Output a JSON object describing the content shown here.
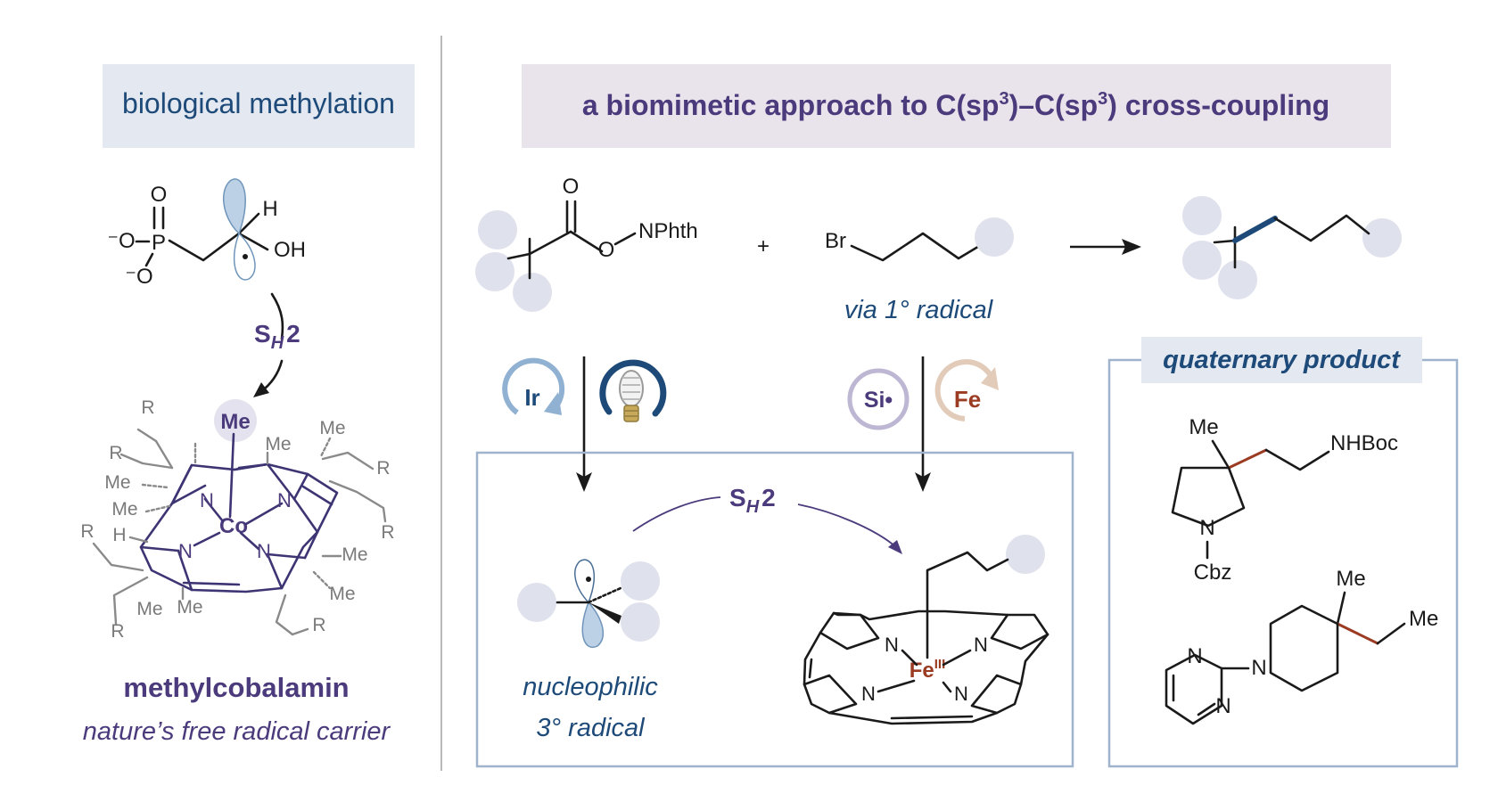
{
  "left_panel": {
    "header": "biological methylation",
    "reagent_atoms": {
      "O_top": "O",
      "O_minus_left": "⁻O",
      "P": "P",
      "O_minus_bottom": "⁻O",
      "H": "H",
      "OH": "OH"
    },
    "mechanism_label": {
      "main": "S",
      "subscript": "H",
      "suffix": "2"
    },
    "cobalamin": {
      "methyl": "Me",
      "metal": "Co",
      "N": "N",
      "R": "R",
      "Me": "Me",
      "H": "H"
    },
    "compound_name": "methylcobalamin",
    "caption": "nature’s free radical carrier"
  },
  "right_panel": {
    "header": {
      "prefix": "a biomimetic approach to C(sp",
      "sup1": "3",
      "middle": ")–C(sp",
      "sup2": "3",
      "suffix": ") cross-coupling"
    },
    "ester_atoms": {
      "O_carbonyl": "O",
      "O_ester": "O",
      "NPhth": "NPhth"
    },
    "plus": "+",
    "bromide_atom": "Br",
    "radical_note": "via 1° radical",
    "catalysts": {
      "ir": "Ir",
      "si": "Si•",
      "fe": "Fe"
    },
    "sh2": {
      "main": "S",
      "subscript": "H",
      "suffix": "2"
    },
    "radical_caption_line1": "nucleophilic",
    "radical_caption_line2": "3° radical",
    "porphyrin": {
      "metal": "Fe",
      "oxidation": "III",
      "N": "N"
    },
    "product_box": {
      "title": "quaternary product",
      "p1": {
        "Me": "Me",
        "NHBoc": "NHBoc",
        "N": "N",
        "Cbz": "Cbz"
      },
      "p2": {
        "Me_top": "Me",
        "Me_right": "Me",
        "N": "N"
      }
    }
  },
  "colors": {
    "header_bg_left": "#e3e8f1",
    "header_bg_right": "#e9e4ec",
    "purple": "#4b3b7c",
    "navy": "#1d4a78",
    "rust": "#9a3b22",
    "box_border": "#9fb3cc",
    "substituent_circle": "#dfe1ec"
  }
}
